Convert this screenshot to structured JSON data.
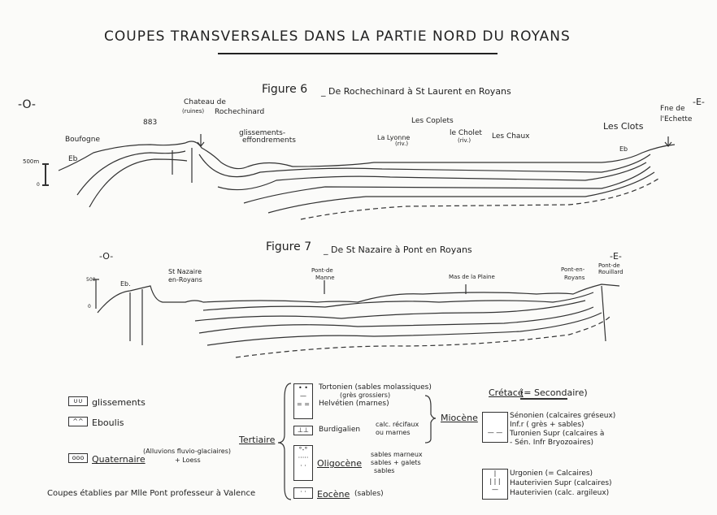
{
  "title": "COUPES TRANSVERSALES DANS LA PARTIE NORD DU ROYANS",
  "figure6": {
    "label": "Figure 6",
    "subtitle": "_ De Rochechinard à St Laurent en Royans",
    "west": "-O-",
    "east": "-E-",
    "scale_top": "500m",
    "scale_bottom": "0",
    "places": [
      "Boufogne",
      "Eb",
      "883",
      "Chateau de",
      "(ruines)",
      "Rochechinard",
      "glissements-",
      "effondrements",
      "La Lyonne",
      "(riv.)",
      "Les Coplets",
      "le Cholet",
      "(riv.)",
      "Les Chaux",
      "Les Clots",
      "Eb",
      "Fne de",
      "l'Echette"
    ]
  },
  "figure7": {
    "label": "Figure 7",
    "subtitle": "_ De St Nazaire à Pont en Royans",
    "west": "-O-",
    "east": "-E-",
    "scale_top": "500",
    "scale_bottom": "0",
    "places": [
      "Eb.",
      "St Nazaire",
      "en-Royans",
      "Pont-de",
      "Manne",
      "Mas de la Plaine",
      "Pont-en-",
      "Royans",
      "Pont-de",
      "Rouillard"
    ]
  },
  "legend": {
    "glissements": "glissements",
    "eboulis": "Eboulis",
    "quaternaire": "Quaternaire",
    "quaternaire_desc1": "(Alluvions fluvio-glaciaires)",
    "quaternaire_desc2": "+ Loess",
    "tertiaire": "Tertiaire",
    "tortonien": "Tortonien (sables molassiques)",
    "gres": "(grès grossiers)",
    "helvetien": "Helvétien (marnes)",
    "burdigalien": "Burdigalien",
    "burdigalien_desc1": "calc. récifaux",
    "burdigalien_desc2": "ou marnes",
    "miocene": "Miocène",
    "oligocene": "Oligocène",
    "oligo_desc": [
      "sables marneux",
      "sables + galets",
      "sables"
    ],
    "eocene": "Eocène",
    "eocene_desc": "(sables)",
    "cretace": "Crétacé",
    "secondaire": "(= Secondaire)",
    "senonien": "Sénonien (calcaires gréseux)",
    "inf": "Inf.r  ( grès + sables)",
    "turonien": "Turonien Supr (calcaires à",
    "sen_inf": "- Sén. Infr   Bryozoaires)",
    "urgonien": "Urgonien (= Calcaires)",
    "hauterivien_sup": "Hauterivien Supr (calcaires)",
    "hauterivien": "Hauterivien (calc. argileux)"
  },
  "credit": "Coupes établies par Mlle Pont  professeur à Valence"
}
